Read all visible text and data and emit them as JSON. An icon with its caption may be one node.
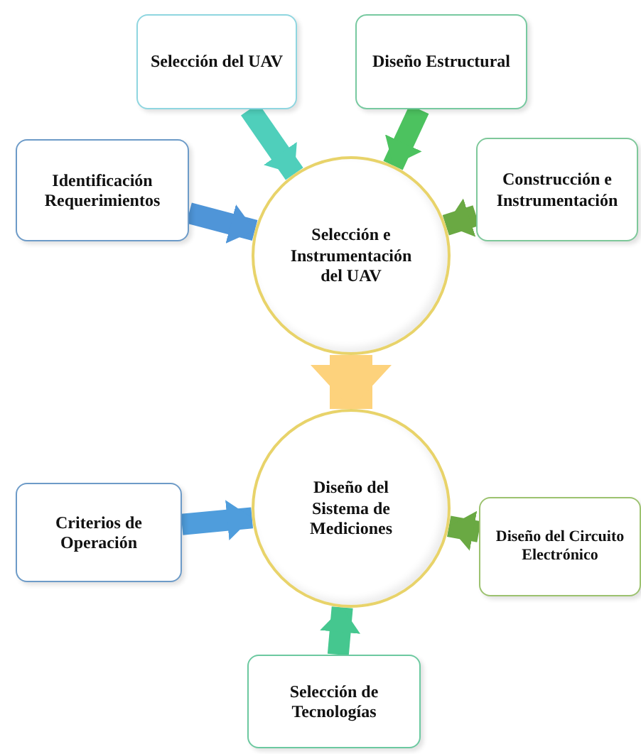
{
  "diagram": {
    "nodes": [
      {
        "text": [
          "Selección del UAV"
        ]
      },
      {
        "text": [
          "Diseño Estructural"
        ]
      },
      {
        "text": [
          "Identificación Requerimientos"
        ]
      },
      {
        "text": [
          "Construcción e Instrumentación"
        ]
      },
      {
        "text": [
          "Selección e Instrumentación del UAV"
        ]
      },
      {
        "text": [
          "Diseño del Sistema de Mediciones"
        ]
      },
      {
        "text": [
          "Criterios de Operación"
        ]
      },
      {
        "text": [
          "Diseño del Circuito Electrónico"
        ]
      },
      {
        "text": [
          "Selección de Tecnologías"
        ]
      }
    ],
    "edges": [
      {
        "from": 0,
        "to": 4,
        "arrow": "to",
        "color": "#4fcfbb"
      },
      {
        "from": 1,
        "to": 4,
        "arrow": "to",
        "color": "#4cc25f"
      },
      {
        "from": 2,
        "to": 4,
        "arrow": "to",
        "color": "#4f95d8"
      },
      {
        "from": 3,
        "to": 4,
        "arrow": "to",
        "color": "#6aa943"
      },
      {
        "from": 4,
        "to": 5,
        "arrow": "to",
        "style": "thick",
        "color": "#fdd27c"
      },
      {
        "from": 6,
        "to": 5,
        "arrow": "to",
        "color": "#4f9ddc"
      },
      {
        "from": 7,
        "to": 5,
        "arrow": "to",
        "color": "#6aa943"
      },
      {
        "from": 8,
        "to": 5,
        "arrow": "to",
        "color": "#45c78f"
      }
    ]
  }
}
